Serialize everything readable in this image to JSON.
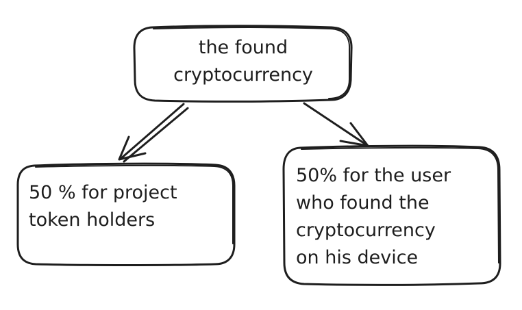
{
  "diagram": {
    "stroke_color": "#1e1e1e",
    "background": "#ffffff",
    "nodes": {
      "root": {
        "lines": [
          "the found",
          "cryptocurrency"
        ]
      },
      "left": {
        "lines": [
          "50 % for project",
          "token holders"
        ]
      },
      "right": {
        "lines": [
          "50% for the user",
          "who found the",
          "cryptocurrency",
          "on his device"
        ]
      }
    }
  }
}
